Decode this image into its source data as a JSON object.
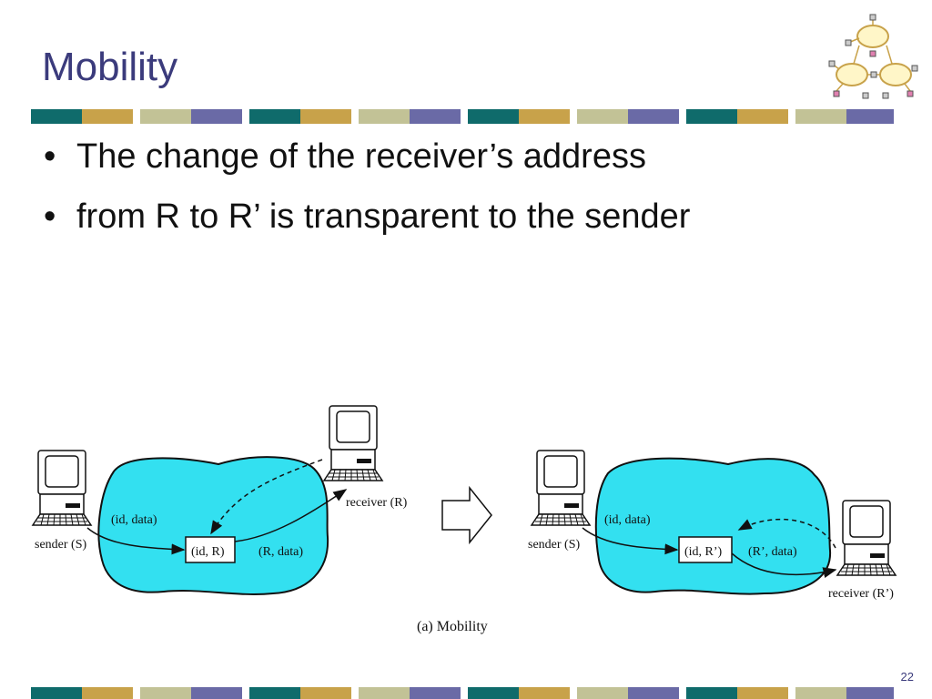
{
  "slide": {
    "title": "Mobility",
    "bullets": [
      "The change of the receiver’s address",
      "from R to R’ is transparent to the sender"
    ],
    "page_number": "22"
  },
  "theme": {
    "title_color": "#3b3b7c",
    "bar_colors": [
      "#0f6b6b",
      "#c8a24a",
      "#c2c296",
      "#6a6aa6"
    ],
    "cloud_color": "#33e0f0"
  },
  "diagram": {
    "left": {
      "sender_label": "sender (S)",
      "receiver_label": "receiver (R)",
      "msg_label": "(id, data)",
      "box_label": "(id, R)",
      "forward_label": "(R, data)"
    },
    "right": {
      "sender_label": "sender (S)",
      "receiver_label": "receiver (R’)",
      "msg_label": "(id, data)",
      "box_label": "(id, R’)",
      "forward_label": "(R’, data)"
    },
    "caption": "(a) Mobility"
  },
  "logo": {
    "icon": "network-clouds-logo"
  }
}
